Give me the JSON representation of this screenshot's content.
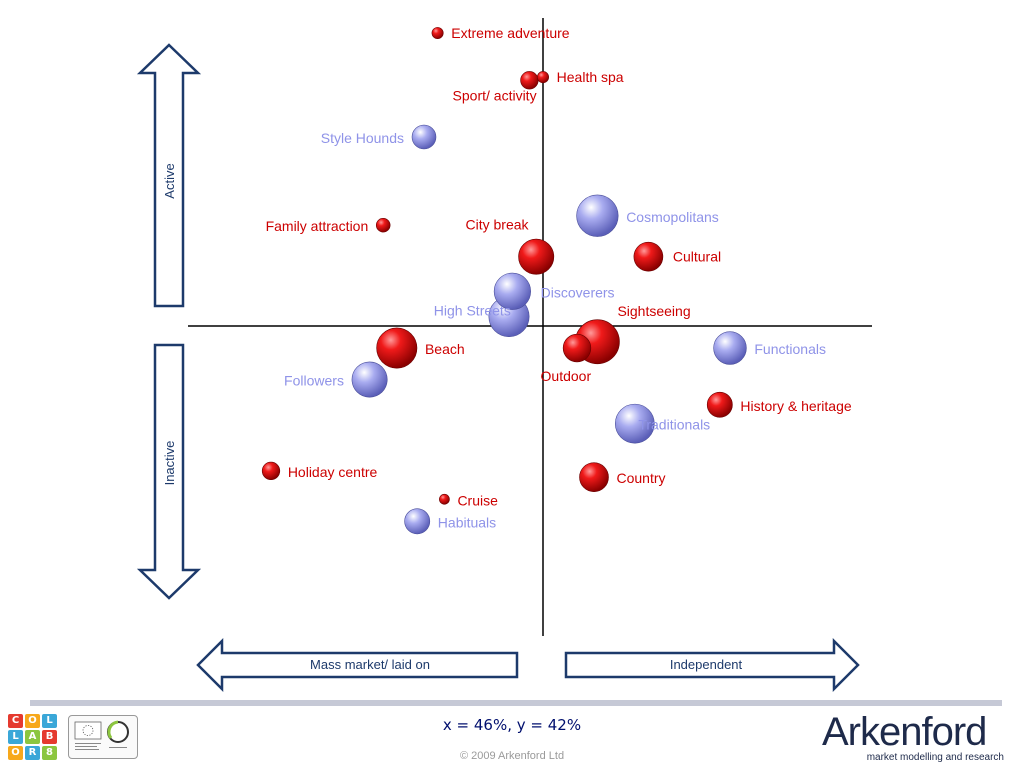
{
  "chart_data": {
    "type": "scatter",
    "axes": {
      "vertical_top": "Active",
      "vertical_bottom": "Inactive",
      "horizontal_left": "Mass market/ laid on",
      "horizontal_right": "Independent"
    },
    "series": [
      {
        "color": "#e00000",
        "points": [
          {
            "label": "Extreme adventure",
            "x": -0.31,
            "y": 0.93,
            "size": 0.9
          },
          {
            "label": "Health spa",
            "x": 0.0,
            "y": 0.79,
            "size": 0.9
          },
          {
            "label": "Sport/ activity",
            "x": -0.04,
            "y": 0.78,
            "size": 1.4
          },
          {
            "label": "Family attraction",
            "x": -0.47,
            "y": 0.32,
            "size": 1.1
          },
          {
            "label": "City break",
            "x": -0.02,
            "y": 0.22,
            "size": 2.8
          },
          {
            "label": "Cultural",
            "x": 0.31,
            "y": 0.22,
            "size": 2.3
          },
          {
            "label": "Sightseeing",
            "x": 0.16,
            "y": -0.05,
            "size": 3.5
          },
          {
            "label": "Outdoor",
            "x": 0.1,
            "y": -0.07,
            "size": 2.2
          },
          {
            "label": "Beach",
            "x": -0.43,
            "y": -0.07,
            "size": 3.2
          },
          {
            "label": "History & heritage",
            "x": 0.52,
            "y": -0.25,
            "size": 2.0
          },
          {
            "label": "Country",
            "x": 0.15,
            "y": -0.48,
            "size": 2.3
          },
          {
            "label": "Holiday centre",
            "x": -0.8,
            "y": -0.46,
            "size": 1.4
          },
          {
            "label": "Cruise",
            "x": -0.29,
            "y": -0.55,
            "size": 0.8
          }
        ]
      },
      {
        "color": "#8f93e8",
        "points": [
          {
            "label": "Style Hounds",
            "x": -0.35,
            "y": 0.6,
            "size": 1.9
          },
          {
            "label": "Cosmopolitans",
            "x": 0.16,
            "y": 0.35,
            "size": 3.3
          },
          {
            "label": "Discoverers",
            "x": -0.09,
            "y": 0.11,
            "size": 2.9
          },
          {
            "label": "High Streets",
            "x": -0.1,
            "y": 0.03,
            "size": 3.2
          },
          {
            "label": "Functionals",
            "x": 0.55,
            "y": -0.07,
            "size": 2.6
          },
          {
            "label": "Followers",
            "x": -0.51,
            "y": -0.17,
            "size": 2.8
          },
          {
            "label": "Traditionals",
            "x": 0.27,
            "y": -0.31,
            "size": 3.1
          },
          {
            "label": "Habituals",
            "x": -0.37,
            "y": -0.62,
            "size": 2.0
          }
        ]
      }
    ]
  },
  "footer": {
    "coordinates": "x = 46%, y = 42%",
    "copyright": "© 2009 Arkenford Ltd",
    "brand": "Arkenford",
    "tagline": "market modelling and research",
    "partner_logo_letters": [
      "C",
      "O",
      "L",
      "L",
      "A",
      "B",
      "O",
      "R",
      "8"
    ]
  }
}
